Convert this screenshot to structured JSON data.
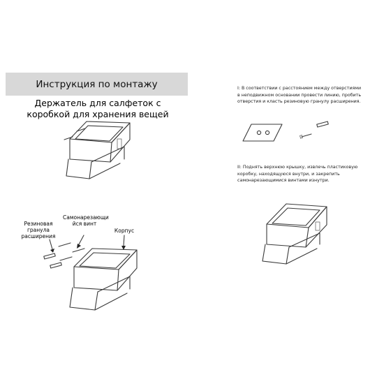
{
  "banner": {
    "title": "Инструкция по монтажу"
  },
  "product_title": "Держатель для салфеток с коробкой для хранения вещей",
  "step1": {
    "text": "I: В соответствии с расстоянием между отверстиями в неподвижном основании провести линию, пробить отверстия и класть резиновую гранулу расширения."
  },
  "step2": {
    "text": "II: Поднять верхнюю крышку, извлечь пластиковую коробку, находящуюся внутри, и закрепить самонарезающимися винтами изнутри."
  },
  "labels": {
    "anchor": "Резиновая гранула расширения",
    "screw": "Самонарезающи йся винт",
    "body": "Корпус"
  },
  "colors": {
    "banner_bg": "#d8d8d8",
    "line": "#3a3a3a"
  }
}
